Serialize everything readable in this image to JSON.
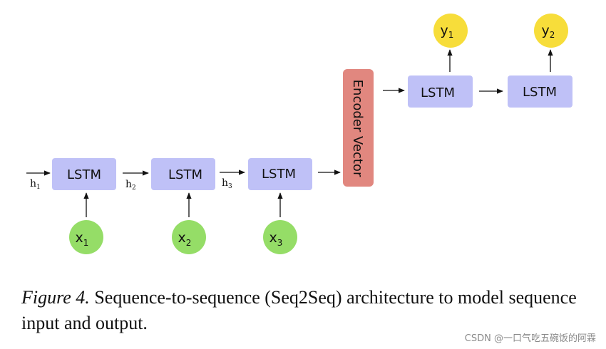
{
  "diagram": {
    "encoder": {
      "cells": [
        {
          "label": "LSTM",
          "input": "x",
          "input_sub": "1",
          "hidden": "h",
          "hidden_sub": "1"
        },
        {
          "label": "LSTM",
          "input": "x",
          "input_sub": "2",
          "hidden": "h",
          "hidden_sub": "2"
        },
        {
          "label": "LSTM",
          "input": "x",
          "input_sub": "3",
          "hidden": "h",
          "hidden_sub": "3"
        }
      ]
    },
    "encoder_vector": {
      "label": "Encoder Vector"
    },
    "decoder": {
      "cells": [
        {
          "label": "LSTM",
          "output": "y",
          "output_sub": "1"
        },
        {
          "label": "LSTM",
          "output": "y",
          "output_sub": "2"
        }
      ]
    },
    "colors": {
      "lstm_box": "#bfc1f7",
      "input_node": "#95dd67",
      "output_node": "#f7dd3a",
      "encoder_vector": "#e1877f",
      "arrow": "#111111"
    }
  },
  "caption": {
    "figure_label": "Figure 4.",
    "text": " Sequence-to-sequence (Seq2Seq) architecture to model sequence input and output."
  },
  "watermark": "CSDN @一口气吃五碗饭的阿霖"
}
